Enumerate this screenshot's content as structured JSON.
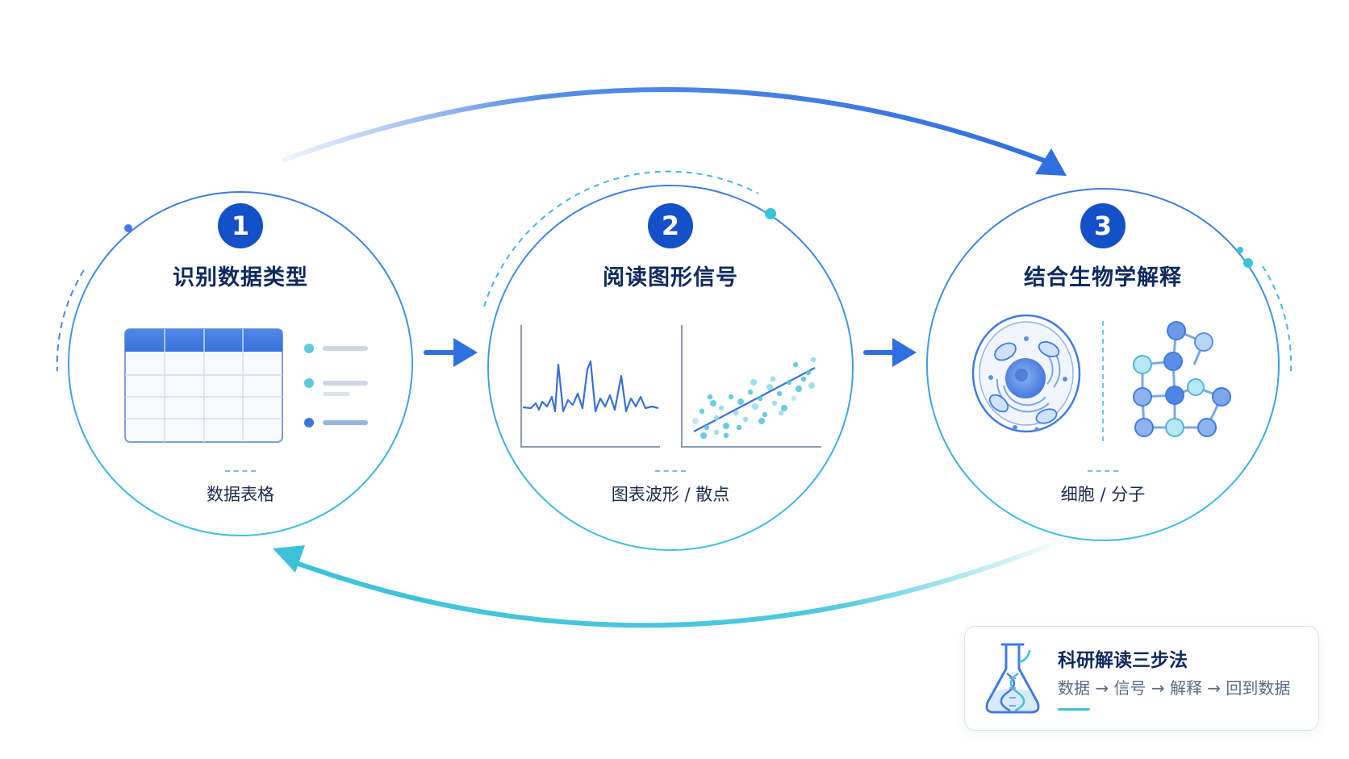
{
  "stages": [
    {
      "number": "1",
      "title": "识别数据类型",
      "subtitle": "数据表格"
    },
    {
      "number": "2",
      "title": "阅读图形信号",
      "subtitle": "图表波形 / 散点"
    },
    {
      "number": "3",
      "title": "结合生物学解释",
      "subtitle": "细胞 / 分子"
    }
  ],
  "summary": {
    "title": "科研解读三步法",
    "flow": "数据 → 信号 → 解释 → 回到数据"
  },
  "icons": {
    "arrow_forward": "right-arrow-icon",
    "cycle_top": "curved-arrow-icon",
    "cycle_bottom": "curved-arrow-icon",
    "card": "flask-dna-icon"
  },
  "colors": {
    "primary": "#1450c8",
    "accent_blue": "#3a78e0",
    "accent_cyan": "#3cc2d9",
    "title": "#0f2a5e"
  }
}
